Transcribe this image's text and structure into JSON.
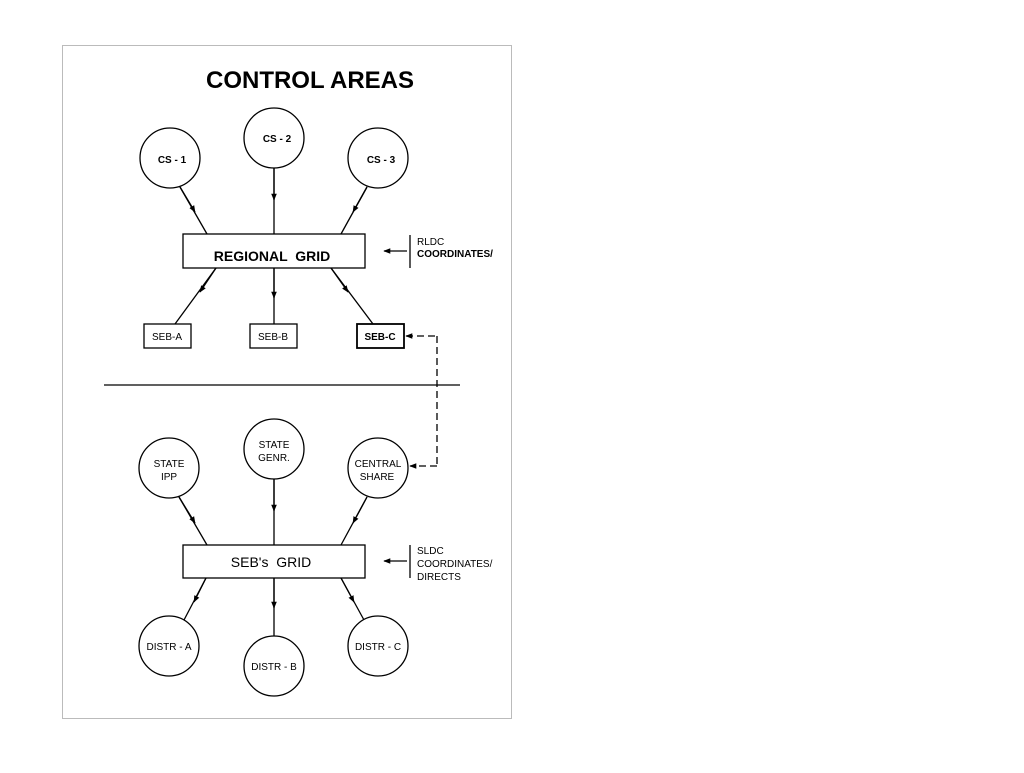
{
  "title": "CONTROL AREAS",
  "upper": {
    "sources": {
      "cs1": "CS - 1",
      "cs2": "CS - 2",
      "cs3": "CS - 3"
    },
    "grid": "REGIONAL  GRID",
    "sinks": {
      "seb_a": "SEB-A",
      "seb_b": "SEB-B",
      "seb_c": "SEB-C"
    },
    "controller": {
      "line1": "RLDC",
      "line2": "COORDINATES/"
    }
  },
  "lower": {
    "sources": {
      "state_ipp": [
        "STATE",
        "IPP"
      ],
      "state_genr": [
        "STATE",
        "GENR."
      ],
      "central_share": [
        "CENTRAL",
        "SHARE"
      ]
    },
    "grid": "SEB's  GRID",
    "sinks": {
      "distr_a": "DISTR - A",
      "distr_b": "DISTR - B",
      "distr_c": "DISTR - C"
    },
    "controller": {
      "line1": "SLDC",
      "line2": "COORDINATES/",
      "line3": "DIRECTS"
    }
  }
}
